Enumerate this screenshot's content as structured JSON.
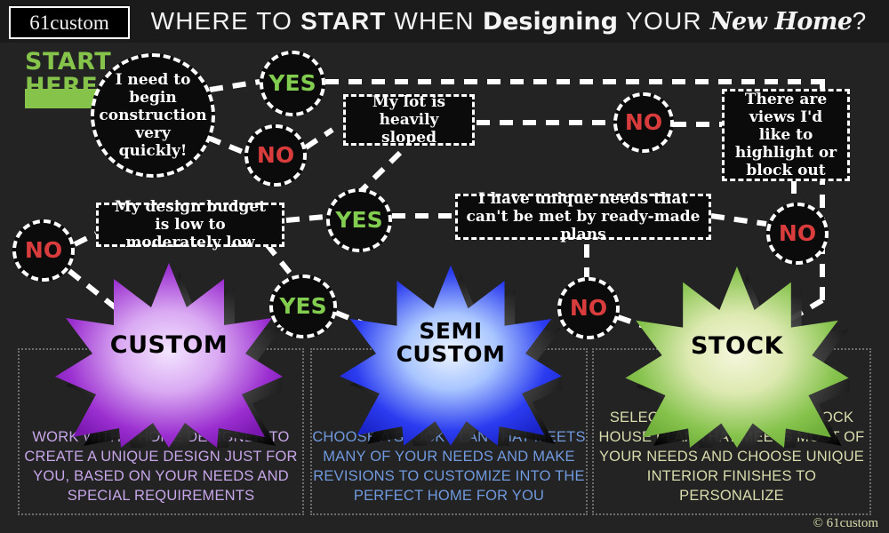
{
  "header": {
    "logo": "61custom",
    "title_parts": [
      {
        "text": "WHERE TO",
        "style": "thin"
      },
      {
        "text": "START",
        "style": "bold"
      },
      {
        "text": "WHEN",
        "style": "thin"
      },
      {
        "text": "Designing",
        "style": "round"
      },
      {
        "text": "YOUR",
        "style": "thin"
      },
      {
        "text": "New Home",
        "style": "script"
      },
      {
        "text": "?",
        "style": "thin"
      }
    ]
  },
  "start": {
    "line1": "START",
    "line2": "HERE",
    "arrow_icon": "right-arrow-icon",
    "color": "#85c34b"
  },
  "questions": {
    "q1": "I need to begin construction very quickly!",
    "q2": "My lot is heavily sloped",
    "q3": "There are views I'd like to highlight or block out",
    "q4": "My design budget is low to moderately low",
    "q5": "I have unique needs that can't be met by ready-made plans"
  },
  "badges": {
    "yes": "YES",
    "no": "NO",
    "yes_color": "#82cc4f",
    "no_color": "#d93c3c",
    "list": [
      {
        "id": "yes-q1",
        "label": "YES",
        "kind": "yes"
      },
      {
        "id": "no-q1",
        "label": "NO",
        "kind": "no"
      },
      {
        "id": "no-q2",
        "label": "NO",
        "kind": "no"
      },
      {
        "id": "yes-q2",
        "label": "YES",
        "kind": "yes"
      },
      {
        "id": "no-q4",
        "label": "NO",
        "kind": "no"
      },
      {
        "id": "yes-q4",
        "label": "YES",
        "kind": "yes"
      },
      {
        "id": "no-q3",
        "label": "NO",
        "kind": "no"
      },
      {
        "id": "no-q5",
        "label": "NO",
        "kind": "no"
      }
    ]
  },
  "outcomes": {
    "custom": {
      "label": "CUSTOM",
      "color": "#9933cc",
      "text_color": "#c6a6e8",
      "description": "WORK WITH A HOME DESIGNER TO CREATE A UNIQUE DESIGN JUST FOR YOU, BASED ON YOUR NEEDS AND SPECIAL REQUIREMENTS"
    },
    "semi_custom": {
      "label_line1": "SEMI",
      "label_line2": "CUSTOM",
      "color": "#3333ee",
      "text_color": "#7099de",
      "description": "CHOOSE A STOCK PLAN THAT MEETS MANY OF YOUR NEEDS AND MAKE REVISIONS TO CUSTOMIZE INTO THE PERFECT HOME FOR YOU"
    },
    "stock": {
      "label": "STOCK",
      "color": "#8cc152",
      "text_color": "#d9dcac",
      "description": "SELECT A PRE-DESIGNED STOCK HOUSE PLAN THAT MEETS MOST OF YOUR NEEDS AND CHOOSE UNIQUE INTERIOR FINISHES TO PERSONALIZE"
    }
  },
  "footer": {
    "copyright": "© 61custom"
  },
  "theme": {
    "background": "#232323",
    "header_background": "#1b1b1b",
    "node_fill": "#0b0b0b",
    "line_color": "#ffffff"
  }
}
